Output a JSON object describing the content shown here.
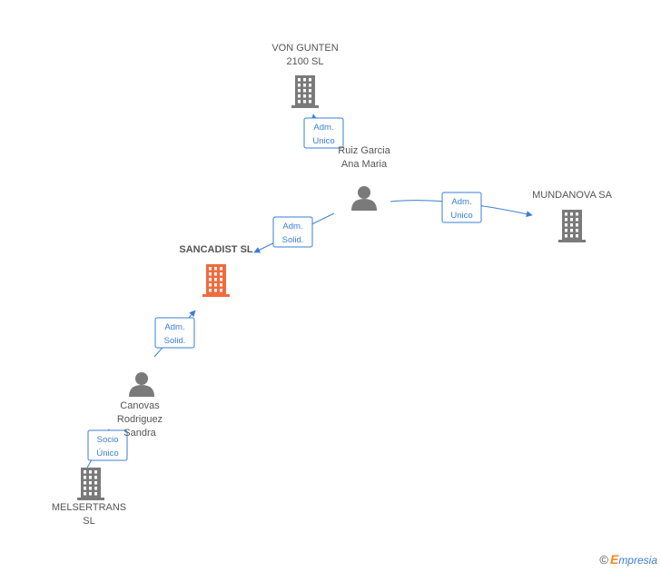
{
  "colors": {
    "person": "#7a7a7a",
    "company": "#7a7a7a",
    "focus": "#f26a3d",
    "edge": "#3a7fd5"
  },
  "nodes": [
    {
      "id": "von_gunten",
      "type": "company",
      "label": [
        "VON GUNTEN",
        "2100 SL"
      ]
    },
    {
      "id": "ruiz_garcia",
      "type": "person",
      "label": [
        "Ruiz Garcia",
        "Ana Maria"
      ]
    },
    {
      "id": "mundanova",
      "type": "company",
      "label": [
        "MUNDANOVA SA"
      ]
    },
    {
      "id": "sancadist",
      "type": "company",
      "focus": true,
      "label": [
        "SANCADIST SL"
      ]
    },
    {
      "id": "canovas",
      "type": "person",
      "label": [
        "Canovas",
        "Rodriguez",
        "Sandra"
      ]
    },
    {
      "id": "melsertrans",
      "type": "company",
      "label": [
        "MELSERTRANS",
        "SL"
      ]
    }
  ],
  "edges": [
    {
      "from": "ruiz_garcia",
      "to": "von_gunten",
      "role": [
        "Adm.",
        "Unico"
      ]
    },
    {
      "from": "ruiz_garcia",
      "to": "mundanova",
      "role": [
        "Adm.",
        "Unico"
      ]
    },
    {
      "from": "ruiz_garcia",
      "to": "sancadist",
      "role": [
        "Adm.",
        "Solid."
      ]
    },
    {
      "from": "canovas",
      "to": "sancadist",
      "role": [
        "Adm.",
        "Solid."
      ]
    },
    {
      "from": "canovas",
      "to": "melsertrans",
      "role": [
        "Socio",
        "Único"
      ]
    }
  ],
  "footer": {
    "copyright": "©",
    "brand_initial": "E",
    "brand_rest": "mpresia"
  }
}
